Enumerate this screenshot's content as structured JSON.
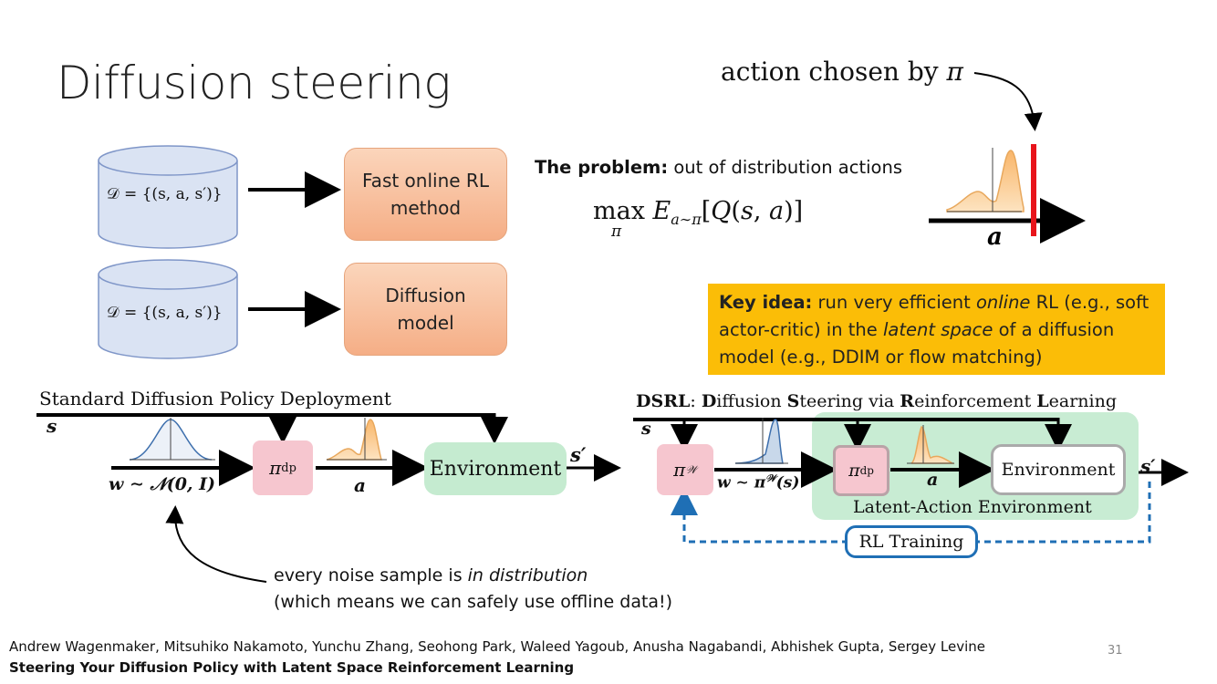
{
  "slide": {
    "title": "Diffusion steering",
    "page_number": "31",
    "authors": "Andrew Wagenmaker, Mitsuhiko Nakamoto, Yunchu Zhang, Seohong Park, Waleed Yagoub, Anusha Nagabandi, Abhishek Gupta, Sergey Levine",
    "paper_title": "Steering Your Diffusion Policy with Latent Space Reinforcement Learning"
  },
  "top_left": {
    "dataset_label": "𝒟 = {(s, a, s′)}",
    "box1_line1": "Fast online RL",
    "box1_line2": "method",
    "box2_line1": "Diffusion",
    "box2_line2": "model"
  },
  "problem": {
    "label": "The problem:",
    "text": " out of distribution actions",
    "equation": "max_π E_{a∼π}[Q(s, a)]",
    "chosen_text": "action chosen by π",
    "axis_label": "a"
  },
  "key_idea": {
    "label": "Key idea:",
    "t1": " run very efficient ",
    "t2": "online",
    "t3": " RL (e.g., soft actor-critic) in the ",
    "t4": "latent space",
    "t5": " of a diffusion model (e.g., DDIM or flow matching)"
  },
  "standard": {
    "title": "Standard Diffusion Policy Deployment",
    "s": "s",
    "noise": "w ∼ 𝒩(0, I)",
    "pi": "π",
    "pi_sub": "dp",
    "a": "a",
    "env": "Environment",
    "s_prime": "s′"
  },
  "dsrl": {
    "title": "DSRL: Diffusion Steering via Reinforcement Learning",
    "s": "s",
    "pi_w": "π",
    "pi_w_sup": "𝒲",
    "noise": "w ∼ π",
    "noise_sup": "𝒲",
    "noise_tail": "(s)",
    "pi": "π",
    "pi_sub": "dp",
    "a": "a",
    "env": "Environment",
    "latent_env": "Latent-Action Environment",
    "s_prime": "s′",
    "rl": "RL Training"
  },
  "note": {
    "t1": "every noise sample is ",
    "t2": "in distribution",
    "t3": "(which means we can safely use offline data!)"
  },
  "colors": {
    "orange_box": "#f7b58f",
    "key_idea_bg": "#fbbd07",
    "db_fill": "#dae3f3",
    "db_stroke": "#7f96c8",
    "pink_box": "#f6c6cf",
    "green_box": "#c5ebd0",
    "red_bar": "#e8141b",
    "dash_blue": "#1f6fb5"
  }
}
